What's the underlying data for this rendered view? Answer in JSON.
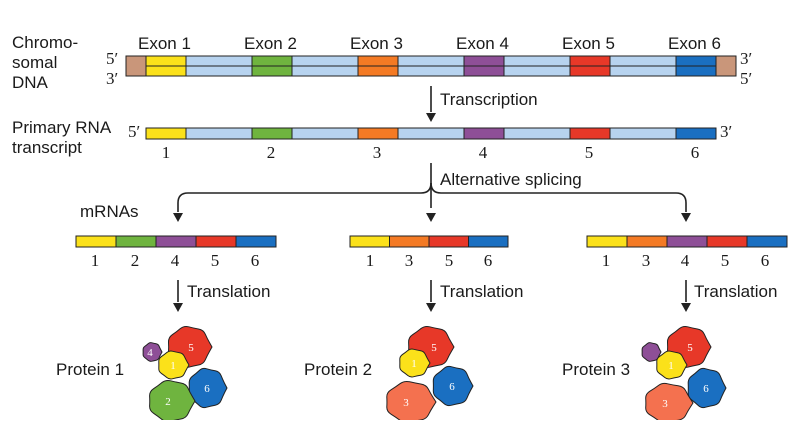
{
  "colors": {
    "flank": "#c9967a",
    "intron": "#b7d3ef",
    "e1": "#fbe11a",
    "e2": "#6fb43f",
    "e3": "#f47a24",
    "e4": "#8e4f97",
    "e5": "#e73828",
    "e6": "#1a6fc1",
    "outline": "#222222",
    "protein3_sub3": "#f4714f"
  },
  "dna": {
    "label_lines": [
      "Chromo-",
      "somal",
      "DNA"
    ],
    "exon_labels": [
      "Exon 1",
      "Exon 2",
      "Exon 3",
      "Exon 4",
      "Exon 5",
      "Exon 6"
    ],
    "left_top": "5′",
    "left_bottom": "3′",
    "right_top": "3′",
    "right_bottom": "5′"
  },
  "steps": {
    "transcription": "Transcription",
    "alternative_splicing": "Alternative splicing",
    "translation": "Translation"
  },
  "rna": {
    "label_lines": [
      "Primary RNA",
      "transcript"
    ],
    "left": "5′",
    "right": "3′",
    "exon_numbers": [
      "1",
      "2",
      "3",
      "4",
      "5",
      "6"
    ]
  },
  "mrnas": {
    "label": "mRNAs",
    "variants": [
      {
        "exons": [
          "1",
          "2",
          "4",
          "5",
          "6"
        ],
        "protein_label": "Protein 1"
      },
      {
        "exons": [
          "1",
          "3",
          "5",
          "6"
        ],
        "protein_label": "Protein 2"
      },
      {
        "exons": [
          "1",
          "3",
          "4",
          "5",
          "6"
        ],
        "protein_label": "Protein 3"
      }
    ]
  }
}
